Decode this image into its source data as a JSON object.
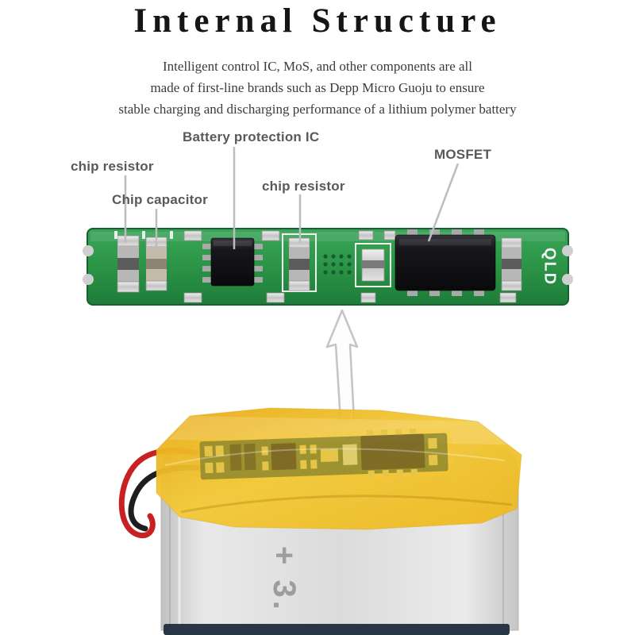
{
  "title": "Internal Structure",
  "description": {
    "line1": "Intelligent control IC, MoS, and other components are all",
    "line2": "made of first-line brands such as Depp Micro Guoju to ensure",
    "line3": "stable charging and discharging performance of a lithium polymer battery"
  },
  "callouts": {
    "chip_resistor_left": "chip resistor",
    "chip_capacitor": "Chip capacitor",
    "battery_protection_ic": "Battery protection IC",
    "chip_resistor_mid": "chip resistor",
    "mosfet": "MOSFET"
  },
  "pcb": {
    "brand_mark": "QLD",
    "board_color": "#2b9447",
    "chip_color": "#141414"
  },
  "battery": {
    "body_marking": "+ 3.",
    "tape_color": "#f0bd2a",
    "body_color": "#dcdcdc",
    "wire_positive_color": "#c92121",
    "wire_negative_color": "#1e1e1e"
  }
}
